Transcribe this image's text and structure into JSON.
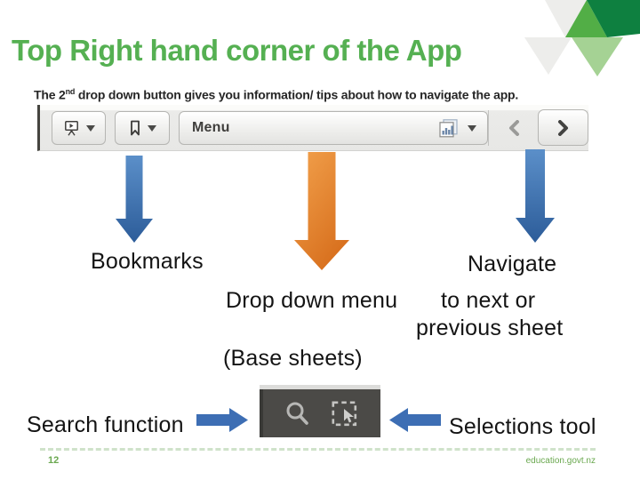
{
  "slide": {
    "title": "Top Right hand corner of the App",
    "subtitle": {
      "part1": "The ",
      "bold_num": "2",
      "sup": "nd",
      "part2": " drop down button gives you information/ tips about how to navigate the app."
    }
  },
  "toolbar": {
    "menu_label": "Menu",
    "buttons": [
      {
        "name": "presentation-dropdown-button",
        "icon": "presentation-play-icon"
      },
      {
        "name": "bookmark-dropdown-button",
        "icon": "bookmark-icon"
      },
      {
        "name": "menu-button",
        "icon": "sheets-chart-icon"
      },
      {
        "name": "previous-sheet-button",
        "icon": "chevron-left-icon"
      },
      {
        "name": "next-sheet-button",
        "icon": "chevron-right-icon"
      }
    ]
  },
  "labels": {
    "bookmarks": "Bookmarks",
    "drop_down_menu": "Drop down menu",
    "base_sheets": "(Base sheets)",
    "navigate_line1": "Navigate",
    "navigate_line2": "to next or",
    "navigate_line3": "previous sheet",
    "search_function": "Search function",
    "selections_tool": "Selections tool"
  },
  "panel_icons": [
    "search-icon",
    "selections-icon"
  ],
  "footer": {
    "page_number": "12",
    "url": "education.govt.nz"
  },
  "colors": {
    "title_green": "#55b052",
    "footer_green": "#6aa84f",
    "arrow_blue": "#3d6eb4",
    "arrow_blue_dark": "#2c5c99",
    "arrow_orange": "#ef8f35",
    "arrow_orange_dark": "#d8701e",
    "toolbar_bg": "#e9e9e7",
    "dark_panel": "#4b4a47",
    "decoration_dark_green": "#0e8040",
    "decoration_mid_green": "#52ae46",
    "decoration_light_green": "#a5d294",
    "decoration_gray": "#ededeb"
  }
}
